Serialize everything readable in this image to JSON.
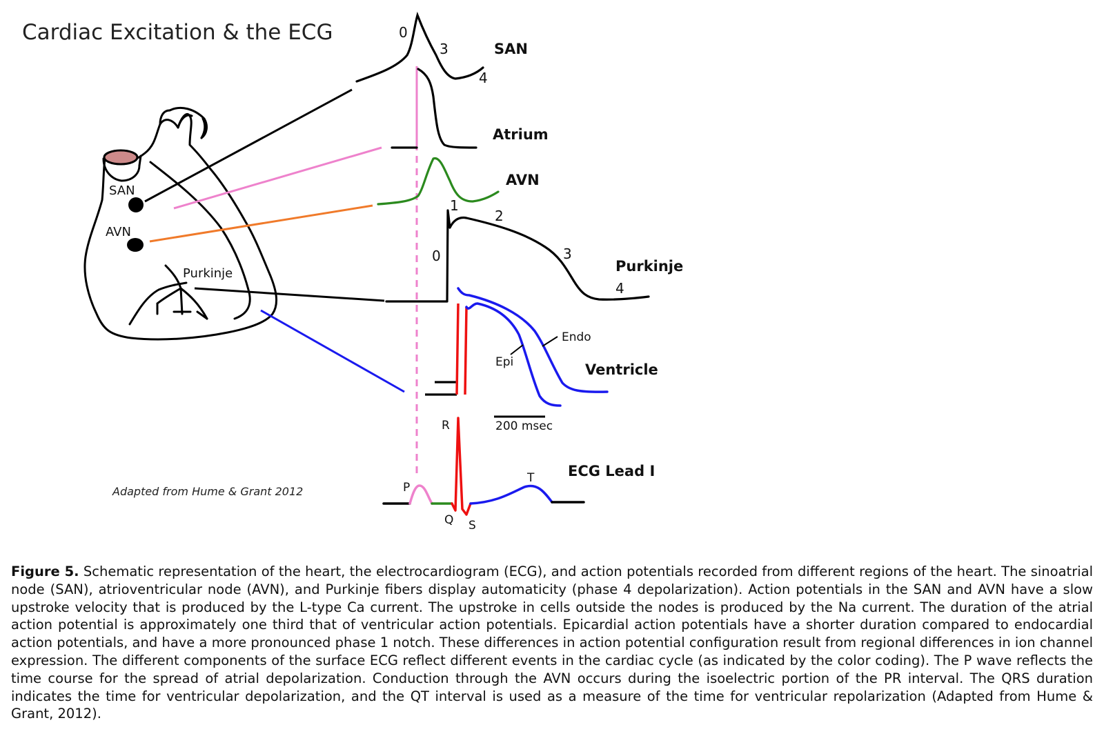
{
  "title": "Cardiac Excitation & the ECG",
  "credit": "Adapted from Hume & Grant 2012",
  "heart_labels": {
    "san": "SAN",
    "avn": "AVN",
    "purkinje": "Purkinje"
  },
  "trace_labels": {
    "san": "SAN",
    "atrium": "Atrium",
    "avn": "AVN",
    "purkinje": "Purkinje",
    "ventricle": "Ventricle",
    "ecg": "ECG Lead I",
    "endo": "Endo",
    "epi": "Epi",
    "scale": "200 msec"
  },
  "phase_labels": {
    "san_0": "0",
    "san_3": "3",
    "san_4": "4",
    "purk_0": "0",
    "purk_1": "1",
    "purk_2": "2",
    "purk_3": "3",
    "purk_4": "4"
  },
  "ecg_labels": {
    "p": "P",
    "q": "Q",
    "r": "R",
    "s": "S",
    "t": "T"
  },
  "colors": {
    "atrium": "#ee82cc",
    "avn": "#2b8a1e",
    "avn_connector": "#f07a2a",
    "ventricle_depol": "#ee1111",
    "ventricle_repol": "#1a1aee",
    "heart_inner": "#cd8a8a",
    "outline": "#000000"
  },
  "caption": {
    "label": "Figure 5.",
    "text": " Schematic representation of the heart, the electrocardiogram (ECG), and action potentials recorded from different regions of the heart. The sinoatrial node (SAN), atrioventricular node (AVN), and Purkinje fibers display automaticity (phase 4 depolarization). Action potentials in the SAN and AVN have a slow upstroke velocity that is produced by the L-type Ca current. The upstroke in cells outside the nodes is produced by the Na current. The duration of the atrial action potential is approximately one third that of ventricular action potentials. Epicardial action potentials have a shorter duration compared to endocardial action potentials, and have a more pronounced phase 1 notch. These differences in action potential configuration result from regional differences in ion channel expression. The different components of the surface ECG reflect different events in the cardiac cycle (as indicated by the color coding). The P wave reflects the time course for the spread of atrial depolarization. Conduction through the AVN occurs during the isoelectric portion of the PR interval. The QRS duration indicates the time for ventricular depolarization, and the QT interval is used as a measure of the time for ventricular repolarization (Adapted from Hume & Grant, 2012)."
  }
}
